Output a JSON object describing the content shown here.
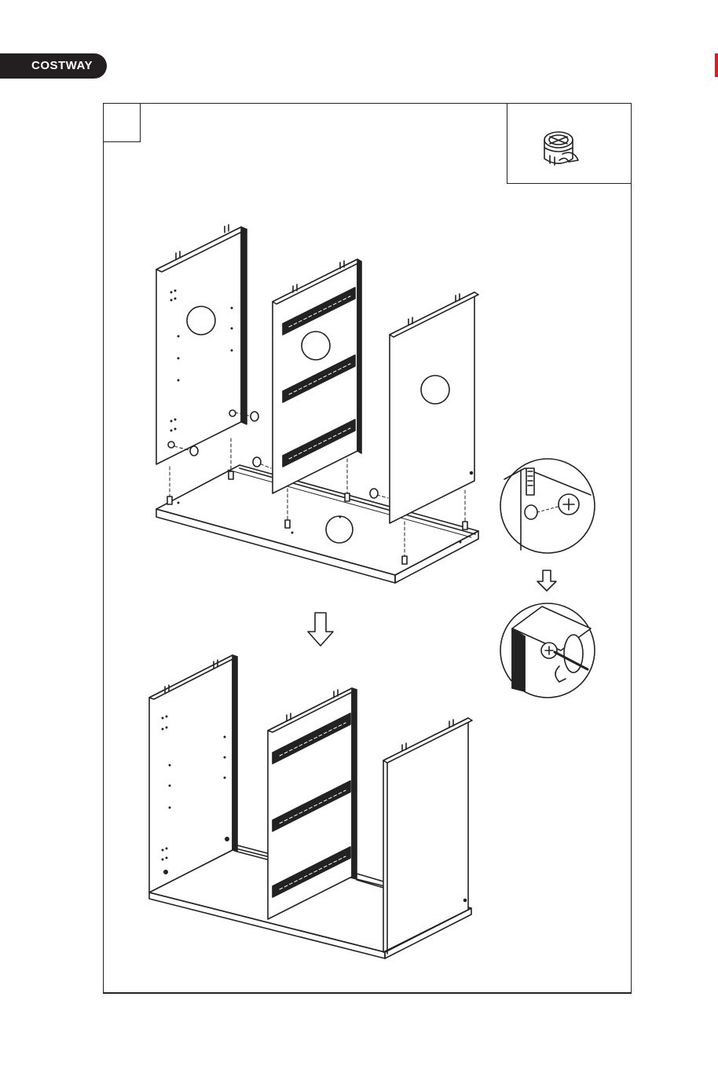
{
  "brand": {
    "name": "COSTWAY",
    "tab_color": "#231f20",
    "edge_color": "#d0202a"
  },
  "step": {
    "number": ""
  },
  "parts": {
    "hardware_icon": "cam-lock-icon"
  },
  "diagram": {
    "labels": [
      "",
      "",
      "",
      ""
    ],
    "arrow_icon": "down-arrow-icon",
    "detail_views": [
      "cam-insert-detail",
      "cam-tighten-detail"
    ]
  }
}
